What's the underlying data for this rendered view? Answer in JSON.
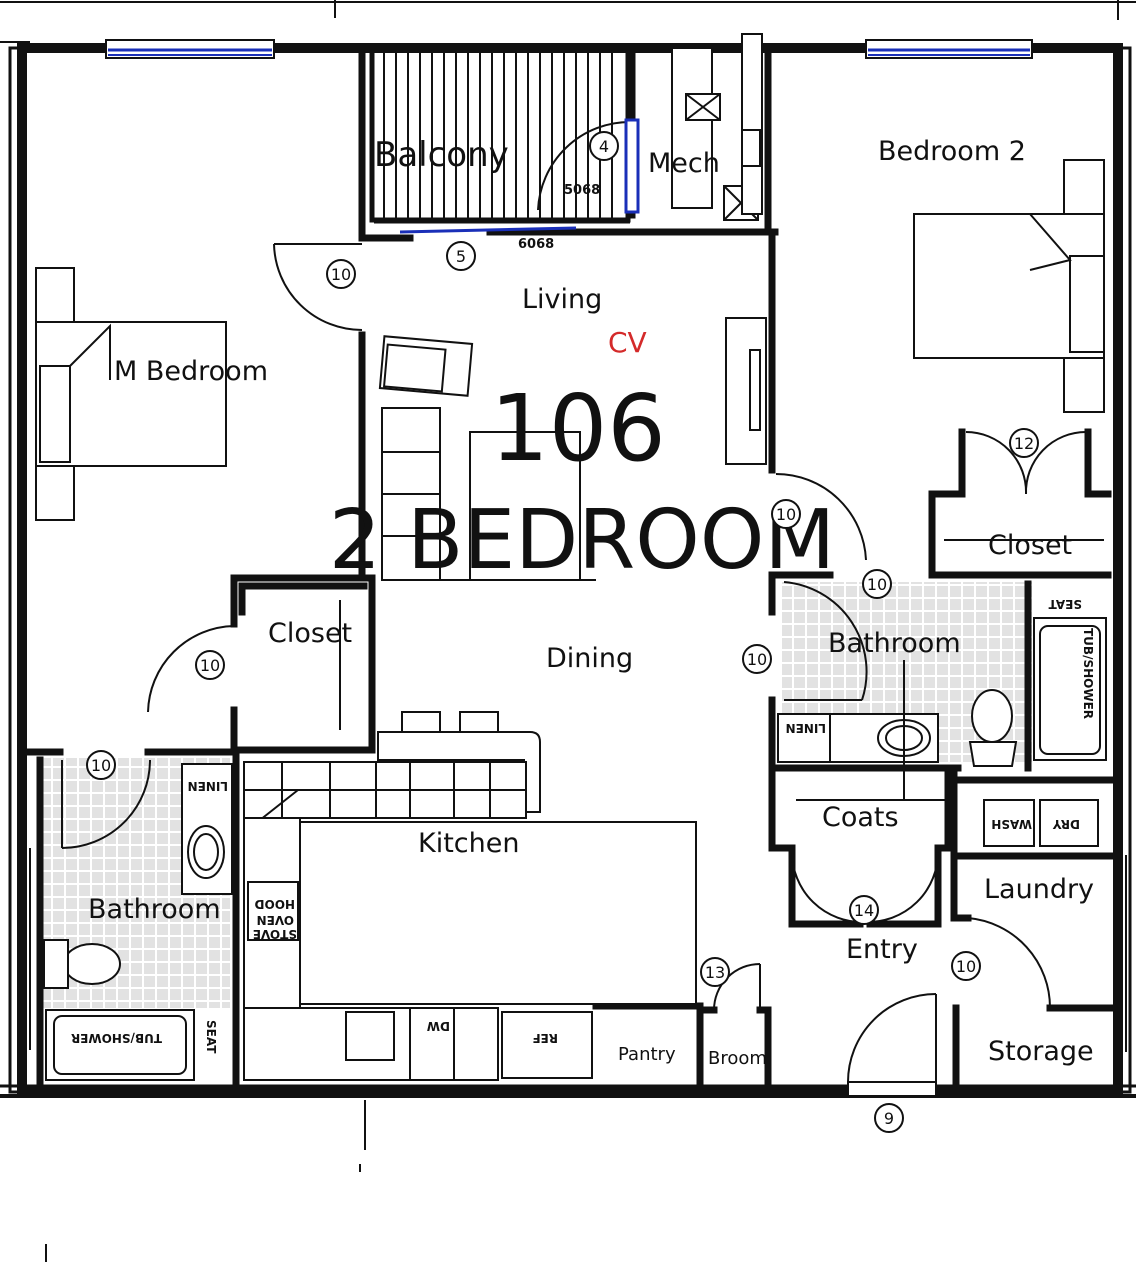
{
  "unit": {
    "number": "106",
    "type": "2 BEDROOM"
  },
  "rooms": {
    "balcony": "Balcony",
    "mech": "Mech",
    "bedroom2": "Bedroom 2",
    "living": "Living",
    "cv": "CV",
    "master_bedroom": "M Bedroom",
    "closet_left": "Closet",
    "closet_right": "Closet",
    "dining": "Dining",
    "bathroom_right": "Bathroom",
    "bathroom_left": "Bathroom",
    "kitchen": "Kitchen",
    "coats": "Coats",
    "laundry": "Laundry",
    "entry": "Entry",
    "storage": "Storage",
    "pantry": "Pantry",
    "broom": "Broom"
  },
  "fixtures": {
    "linen_left": "LINEN",
    "linen_right": "LINEN",
    "seat_left": "SEAT",
    "seat_right": "SEAT",
    "tub_left": "TUB/SHOWER",
    "tub_right": "TUB/SHOWER",
    "dw": "DW",
    "ref": "REF",
    "stove": "STOVE",
    "oven": "OVEN",
    "hood": "HOOD",
    "wash": "WASH",
    "dry": "DRY"
  },
  "dimensions": {
    "door_balcony": "6068",
    "door_mech": "5068"
  },
  "door_tags": [
    {
      "id": "t5",
      "label": "5"
    },
    {
      "id": "t4",
      "label": "4"
    },
    {
      "id": "t10a",
      "label": "10"
    },
    {
      "id": "t12",
      "label": "12"
    },
    {
      "id": "t10b",
      "label": "10"
    },
    {
      "id": "t10c",
      "label": "10"
    },
    {
      "id": "t10d",
      "label": "10"
    },
    {
      "id": "t10e",
      "label": "10"
    },
    {
      "id": "t10f",
      "label": "10"
    },
    {
      "id": "t10g",
      "label": "10"
    },
    {
      "id": "t14",
      "label": "14"
    },
    {
      "id": "t13",
      "label": "13"
    },
    {
      "id": "t9",
      "label": "9"
    }
  ],
  "colors": {
    "wall": "#111111",
    "window": "#1a2fb8",
    "accent_cv": "#d42a2a",
    "tile": "#e2e2e2"
  }
}
